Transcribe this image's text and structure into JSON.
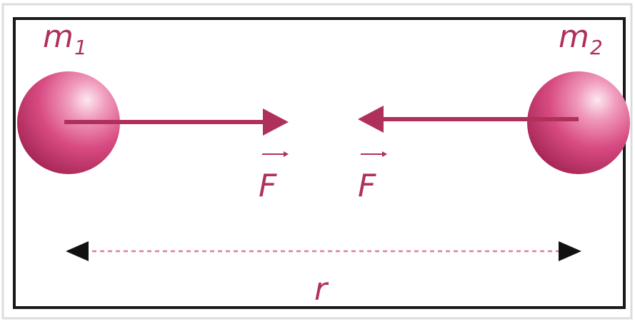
{
  "diagram": {
    "mass1": {
      "symbol": "m",
      "subscript": "1"
    },
    "mass2": {
      "symbol": "m",
      "subscript": "2"
    },
    "force_left_label": "F",
    "force_right_label": "F",
    "distance_label": "r"
  },
  "colors": {
    "accent": "#b0305c",
    "frame": "#1a1a1a",
    "dashed_line": "#e07aa0",
    "arrowhead_black": "#111111",
    "sphere_light": "#f7d3e1",
    "sphere_mid": "#d84b82",
    "sphere_dark": "#9c1f4d",
    "background": "#ffffff"
  },
  "icons": {
    "mass1": "sphere-icon",
    "mass2": "sphere-icon",
    "force_arrow_left": "arrow-right-icon",
    "force_arrow_right": "arrow-left-icon",
    "vector_arrow": "vector-arrow-icon",
    "distance_arrow": "double-headed-dashed-arrow-icon"
  }
}
